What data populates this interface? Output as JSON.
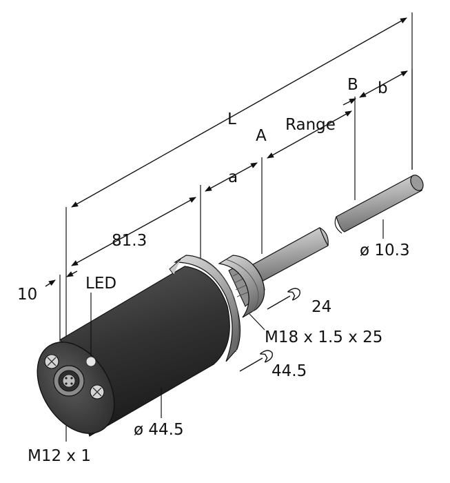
{
  "labels": {
    "L": "L",
    "B": "B",
    "b": "b",
    "range": "Range",
    "A": "A",
    "a": "a",
    "len_81_3": "81.3",
    "ten": "10",
    "led": "LED",
    "dia_10_3": "ø 10.3",
    "wrench_24": "24",
    "thread_m18": "M18 x 1.5 x 25",
    "wrench_44_5": "44.5",
    "dia_44_5": "ø 44.5",
    "connector_m12": "M12 x 1"
  },
  "colors": {
    "housing": "#3a3a3a",
    "tube": "#a8a8a8",
    "nut": "#a9a9a9",
    "line": "#111111"
  }
}
